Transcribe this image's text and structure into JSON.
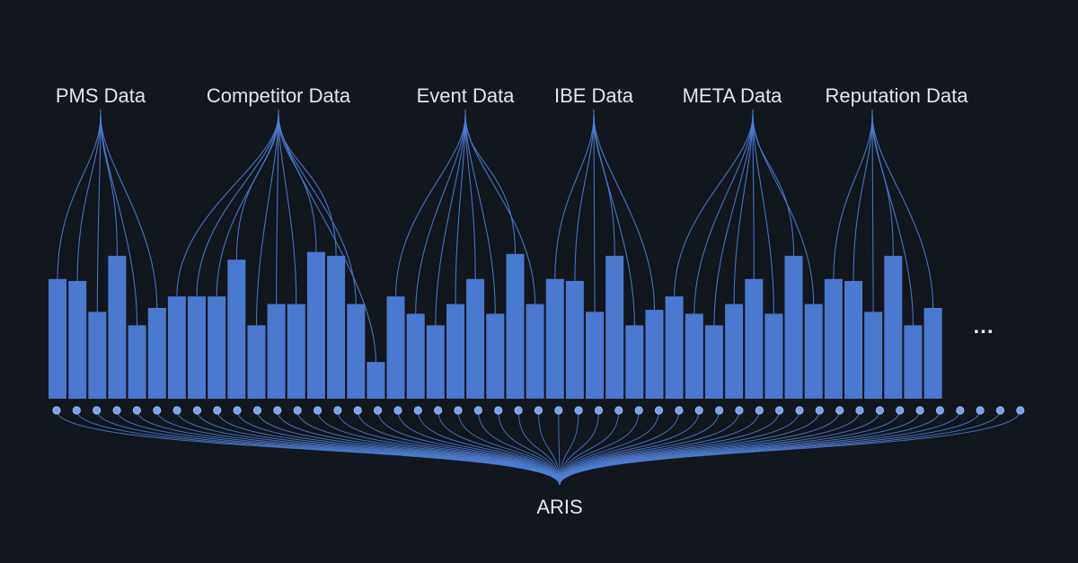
{
  "sources": [
    {
      "label": "PMS Data"
    },
    {
      "label": "Competitor Data"
    },
    {
      "label": "Event Data"
    },
    {
      "label": "IBE Data"
    },
    {
      "label": "META Data"
    },
    {
      "label": "Reputation Data"
    }
  ],
  "sink": {
    "label": "ARIS"
  },
  "more_indicator": "...",
  "colors": {
    "background": "#12161d",
    "bar": "#4a79d0",
    "line": "#4f7fd6",
    "node": "#7aa2ea",
    "text": "#e4e7ec"
  },
  "bar_levels": [
    0.62,
    0.61,
    0.45,
    0.74,
    0.38,
    0.47,
    0.53,
    0.53,
    0.53,
    0.72,
    0.38,
    0.49,
    0.49,
    0.76,
    0.74,
    0.49,
    0.19,
    0.53,
    0.44,
    0.38,
    0.49,
    0.62,
    0.44,
    0.75,
    0.49,
    0.62,
    0.61,
    0.45,
    0.74,
    0.38,
    0.46,
    0.53,
    0.44,
    0.38,
    0.49,
    0.62,
    0.44,
    0.74,
    0.49,
    0.62,
    0.61,
    0.45,
    0.74,
    0.38,
    0.47
  ],
  "node_count": 49
}
